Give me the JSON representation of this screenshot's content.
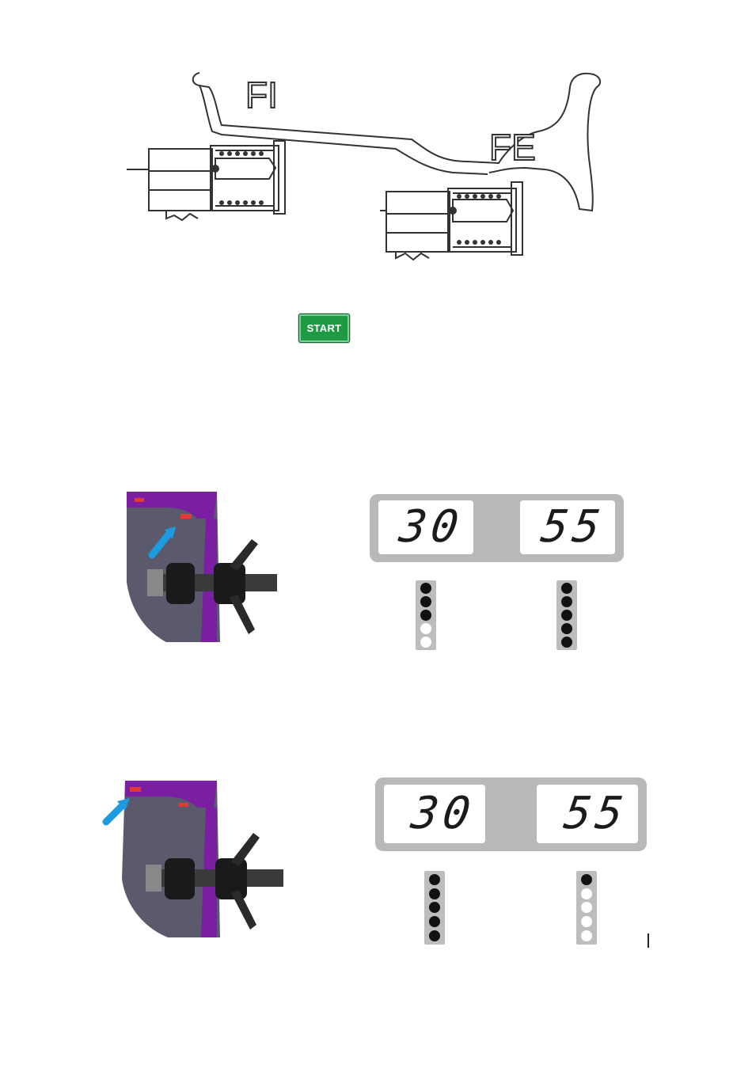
{
  "diagram": {
    "label_fi": "FI",
    "label_fe": "FE"
  },
  "start_button": {
    "label": "START"
  },
  "display1": {
    "left_value": "30",
    "right_value": "55",
    "left_leds": [
      1,
      1,
      1,
      0,
      0
    ],
    "right_leds": [
      1,
      1,
      1,
      1,
      1
    ]
  },
  "display2": {
    "left_value": "30",
    "right_value": "55",
    "left_leds": [
      1,
      1,
      1,
      1,
      1
    ],
    "right_leds": [
      1,
      0,
      0,
      0,
      0
    ]
  },
  "colors": {
    "button_green": "#1e9a45",
    "rim_purple": "#7b1fa2",
    "arrow_blue": "#1e9be0",
    "marker_red": "#e53935"
  }
}
